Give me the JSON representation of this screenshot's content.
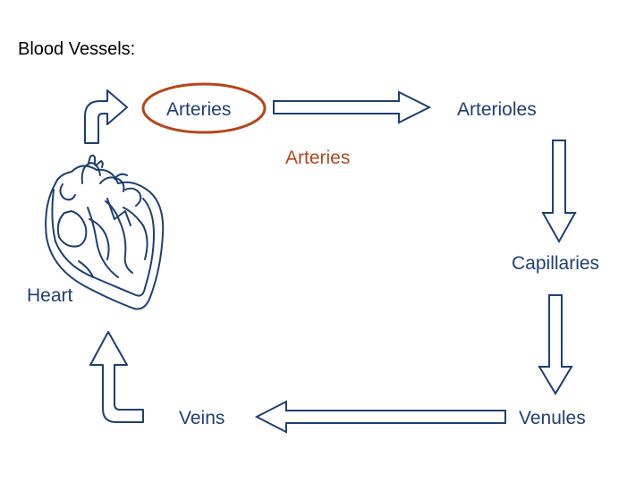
{
  "title": "Blood Vessels:",
  "nodes": {
    "arteries": "Arteries",
    "arterioles": "Arterioles",
    "arteries_center": "Arteries",
    "capillaries": "Capillaries",
    "venules": "Venules",
    "veins": "Veins",
    "heart": "Heart"
  },
  "colors": {
    "text": "#1f3f73",
    "highlight": "#b5451b",
    "arrow_stroke": "#1f3f73",
    "highlight_ellipse": "#b5451b"
  },
  "icons": {
    "heart_drawing": "heart-anatomy-icon"
  }
}
